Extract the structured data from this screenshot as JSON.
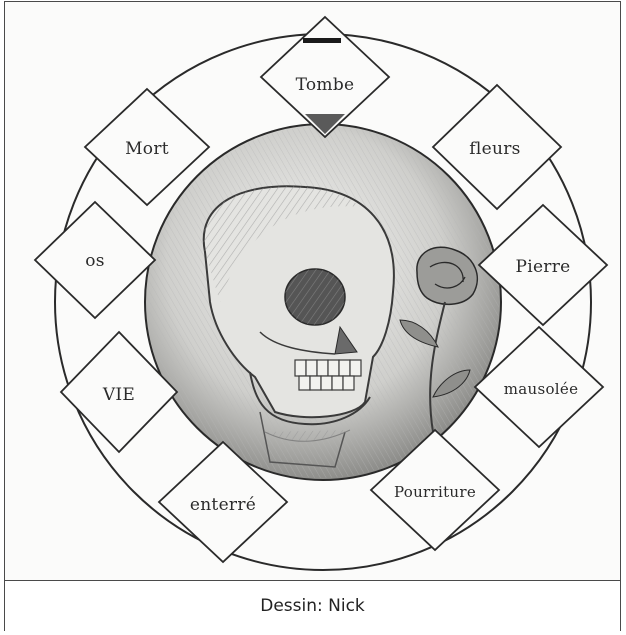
{
  "drawing": {
    "words": [
      {
        "id": "tombe",
        "text": "Tombe"
      },
      {
        "id": "fleurs",
        "text": "fleurs"
      },
      {
        "id": "pierre",
        "text": "Pierre"
      },
      {
        "id": "mausolee",
        "text": "mausolée"
      },
      {
        "id": "pourriture",
        "text": "Pourriture"
      },
      {
        "id": "enterre",
        "text": "enterré"
      },
      {
        "id": "vie",
        "text": "VIE"
      },
      {
        "id": "os",
        "text": "os"
      },
      {
        "id": "mort",
        "text": "Mort"
      }
    ],
    "subject": "skull with a rose"
  },
  "caption": "Dessin: Nick"
}
